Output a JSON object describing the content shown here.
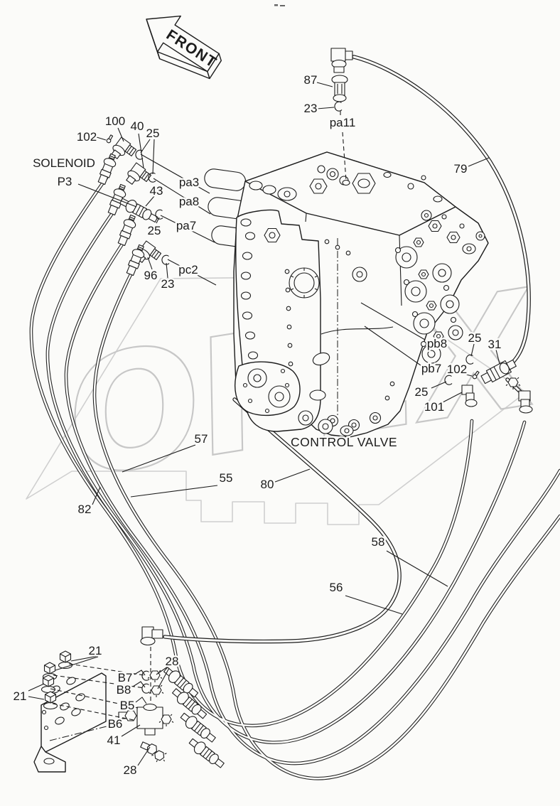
{
  "colors": {
    "line": "#1c1c1c",
    "bg": "#fbfbf9",
    "watermark": "#c7c7c7",
    "gear": "#cfcfcf"
  },
  "labels": {
    "front": "FRONT",
    "watermark": "OPEX",
    "control_valve": "CONTROL VALVE",
    "solenoid1": "SOLENOID",
    "solenoid2": "P3",
    "n87": "87",
    "n23_top": "23",
    "pa11": "pa11",
    "n79": "79",
    "n100": "100",
    "n40": "40",
    "n25_1": "25",
    "n102_1": "102",
    "pa3": "pa3",
    "pa8": "pa8",
    "n43": "43",
    "pa7": "pa7",
    "n25_2": "25",
    "pc2": "pc2",
    "n96": "96",
    "n23_2": "23",
    "pb8": "pb8",
    "pb7": "pb7",
    "n25_3": "25",
    "n31": "31",
    "n102_2": "102",
    "n25_4": "25",
    "n101": "101",
    "n57": "57",
    "n55": "55",
    "n80": "80",
    "n82": "82",
    "n58": "58",
    "n56": "56",
    "n21_1": "21",
    "n21_2": "21",
    "n28_1": "28",
    "b7": "B7",
    "b8": "B8",
    "b5": "B5",
    "b6": "B6",
    "n41": "41",
    "n28_2": "28"
  }
}
